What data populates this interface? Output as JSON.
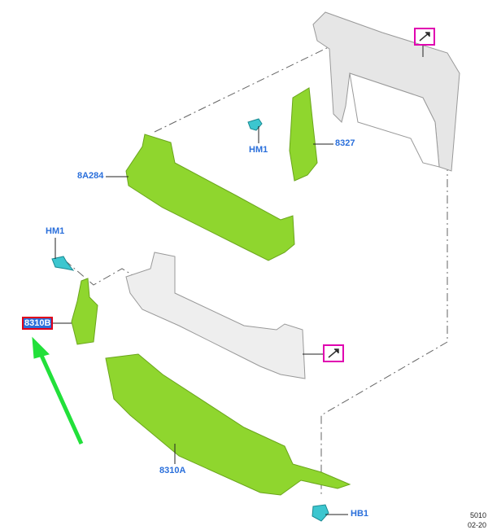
{
  "diagram": {
    "labels": {
      "hm1_top": "HM1",
      "p8327": "8327",
      "p8a284": "8A284",
      "hm1_left": "HM1",
      "p8310b": "8310B",
      "p8310a": "8310A",
      "hb1": "HB1"
    },
    "ref_code": "5010",
    "ref_date": "02-20",
    "colors": {
      "part_green": "#8fd62e",
      "fastener": "#3cc6cf",
      "label": "#2a6fdb",
      "highlight_box": "#e0001a",
      "arrow": "#22e03a",
      "callout": "#e000b0"
    }
  }
}
